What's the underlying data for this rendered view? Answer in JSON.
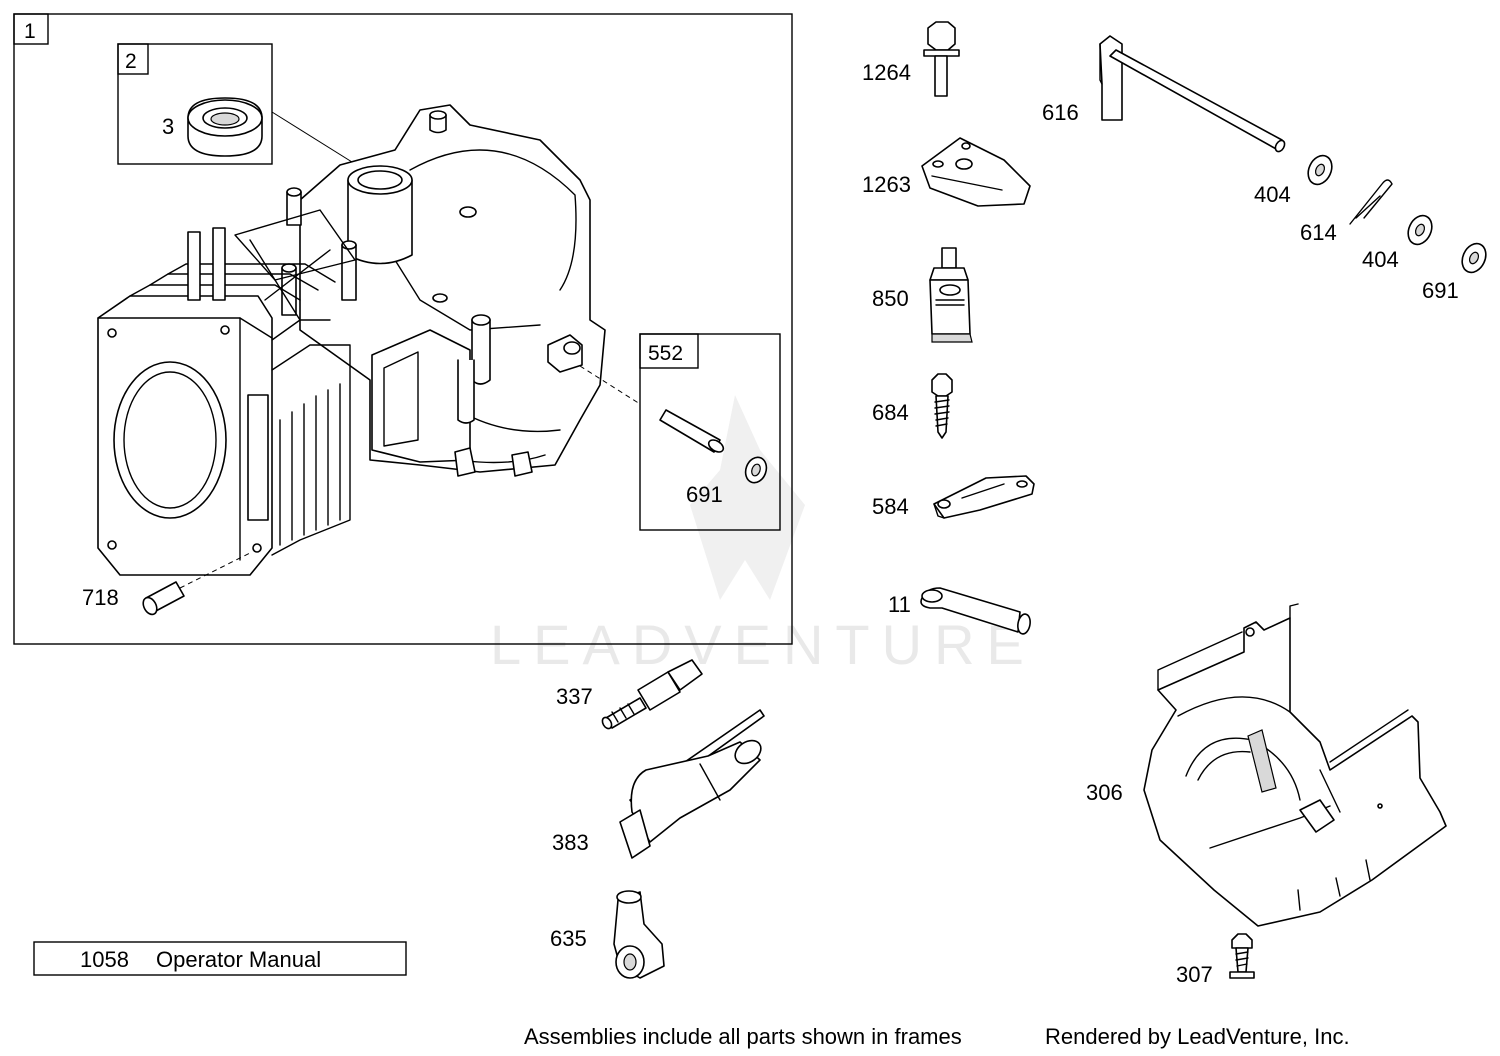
{
  "frames": [
    {
      "id": "frame-1",
      "label": "1"
    },
    {
      "id": "frame-2",
      "label": "2"
    },
    {
      "id": "frame-552",
      "label": "552"
    }
  ],
  "callouts": {
    "p3": "3",
    "p718": "718",
    "p691a": "691",
    "p1264": "1264",
    "p1263": "1263",
    "p850": "850",
    "p684": "684",
    "p584": "584",
    "p11": "11",
    "p616": "616",
    "p404a": "404",
    "p614": "614",
    "p404b": "404",
    "p691b": "691",
    "p337": "337",
    "p383": "383",
    "p635": "635",
    "p306": "306",
    "p307": "307"
  },
  "manual": {
    "number": "1058",
    "title": "Operator Manual"
  },
  "footer": {
    "note": "Assemblies include all parts shown in frames",
    "credit": "Rendered by LeadVenture, Inc."
  },
  "watermark": {
    "text": "LEADVENTURE"
  }
}
